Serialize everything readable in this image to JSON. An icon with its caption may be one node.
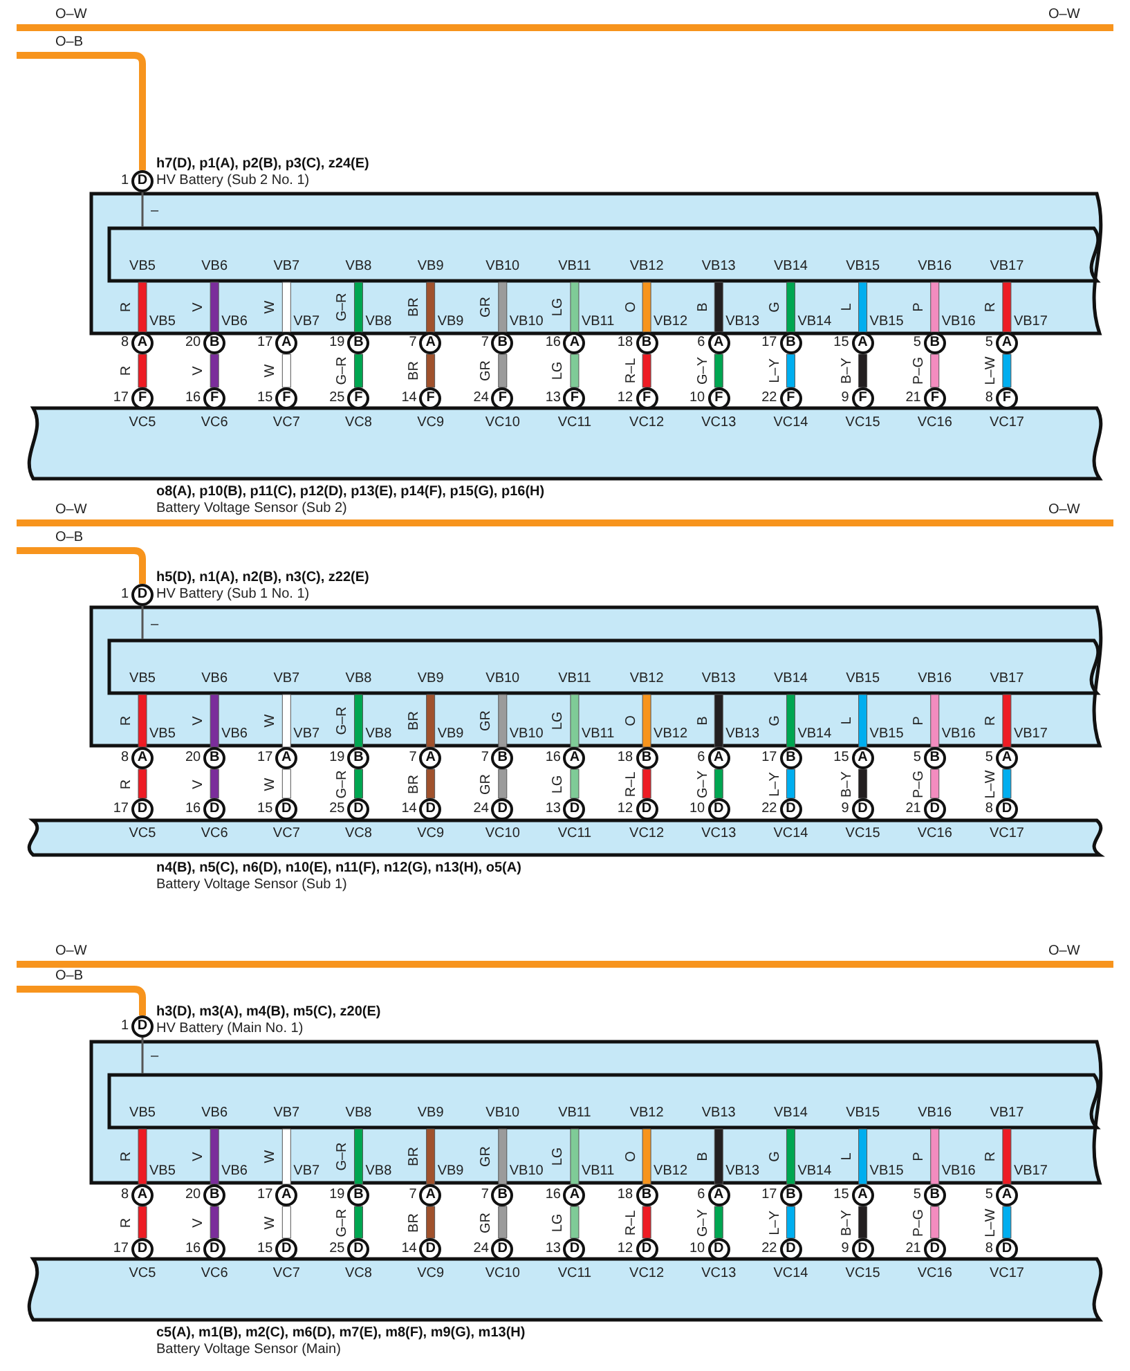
{
  "diagram": {
    "nodes": [
      {
        "text": [
          "h7(D), p1(A), p2(B), p3(C), z24(E)",
          "HV Battery (Sub 2 No. 1)"
        ]
      },
      {
        "text": [],
        "shape": "box",
        "in": 0
      },
      {
        "text": [
          "VB5"
        ],
        "in": 1
      },
      {
        "text": [
          "VB6"
        ],
        "in": 1
      },
      {
        "text": [
          "VB7"
        ],
        "in": 1
      },
      {
        "text": [
          "VB8"
        ],
        "in": 1
      },
      {
        "text": [
          "VB9"
        ],
        "in": 1
      },
      {
        "text": [
          "VB10"
        ],
        "in": 1
      },
      {
        "text": [
          "VB11"
        ],
        "in": 1
      },
      {
        "text": [
          "VB12"
        ],
        "in": 1
      },
      {
        "text": [
          "VB13"
        ],
        "in": 1
      },
      {
        "text": [
          "VB14"
        ],
        "in": 1
      },
      {
        "text": [
          "VB15"
        ],
        "in": 1
      },
      {
        "text": [
          "VB16"
        ],
        "in": 1
      },
      {
        "text": [
          "VB17"
        ],
        "in": 1
      },
      {
        "text": [
          "D"
        ],
        "beside": [
          "1"
        ]
      },
      {
        "text": [
          "A"
        ],
        "beside": [
          "8"
        ]
      },
      {
        "text": [
          "B"
        ],
        "beside": [
          "20"
        ]
      },
      {
        "text": [
          "A"
        ],
        "beside": [
          "17"
        ]
      },
      {
        "text": [
          "B"
        ],
        "beside": [
          "19"
        ]
      },
      {
        "text": [
          "A"
        ],
        "beside": [
          "7"
        ]
      },
      {
        "text": [
          "B"
        ],
        "beside": [
          "7"
        ]
      },
      {
        "text": [
          "A"
        ],
        "beside": [
          "16"
        ]
      },
      {
        "text": [
          "B"
        ],
        "beside": [
          "18"
        ]
      },
      {
        "text": [
          "A"
        ],
        "beside": [
          "6"
        ]
      },
      {
        "text": [
          "B"
        ],
        "beside": [
          "17"
        ]
      },
      {
        "text": [
          "A"
        ],
        "beside": [
          "15"
        ]
      },
      {
        "text": [
          "B"
        ],
        "beside": [
          "5"
        ]
      },
      {
        "text": [
          "A"
        ],
        "beside": [
          "5"
        ]
      },
      {
        "text": [
          "o8(A), p10(B), p11(C), p12(D), p13(E), p14(F), p15(G), p16(H)",
          "Battery Voltage Sensor (Sub 2)"
        ]
      },
      {
        "text": [
          "F"
        ],
        "beside": [
          "17",
          "VC5"
        ]
      },
      {
        "text": [
          "F"
        ],
        "beside": [
          "16",
          "VC6"
        ]
      },
      {
        "text": [
          "F"
        ],
        "beside": [
          "15",
          "VC7"
        ]
      },
      {
        "text": [
          "F"
        ],
        "beside": [
          "25",
          "VC8"
        ]
      },
      {
        "text": [
          "F"
        ],
        "beside": [
          "14",
          "VC9"
        ]
      },
      {
        "text": [
          "F"
        ],
        "beside": [
          "24",
          "VC10"
        ]
      },
      {
        "text": [
          "F"
        ],
        "beside": [
          "13",
          "VC11"
        ]
      },
      {
        "text": [
          "F"
        ],
        "beside": [
          "12",
          "VC12"
        ]
      },
      {
        "text": [
          "F"
        ],
        "beside": [
          "10",
          "VC13"
        ]
      },
      {
        "text": [
          "F"
        ],
        "beside": [
          "22",
          "VC14"
        ]
      },
      {
        "text": [
          "F"
        ],
        "beside": [
          "9",
          "VC15"
        ]
      },
      {
        "text": [
          "F"
        ],
        "beside": [
          "21",
          "VC16"
        ]
      },
      {
        "text": [
          "F"
        ],
        "beside": [
          "8",
          "VC17"
        ]
      },
      {
        "text": [
          "h5(D), n1(A), n2(B), n3(C), z22(E)",
          "HV Battery (Sub 1 No. 1)"
        ]
      },
      {
        "text": [],
        "shape": "box",
        "in": 43
      },
      {
        "text": [
          "VB5"
        ],
        "in": 44
      },
      {
        "text": [
          "VB6"
        ],
        "in": 44
      },
      {
        "text": [
          "VB7"
        ],
        "in": 44
      },
      {
        "text": [
          "VB8"
        ],
        "in": 44
      },
      {
        "text": [
          "VB9"
        ],
        "in": 44
      },
      {
        "text": [
          "VB10"
        ],
        "in": 44
      },
      {
        "text": [
          "VB11"
        ],
        "in": 44
      },
      {
        "text": [
          "VB12"
        ],
        "in": 44
      },
      {
        "text": [
          "VB13"
        ],
        "in": 44
      },
      {
        "text": [
          "VB14"
        ],
        "in": 44
      },
      {
        "text": [
          "VB15"
        ],
        "in": 44
      },
      {
        "text": [
          "VB16"
        ],
        "in": 44
      },
      {
        "text": [
          "VB17"
        ],
        "in": 44
      },
      {
        "text": [
          "D"
        ],
        "beside": [
          "1"
        ]
      },
      {
        "text": [
          "A"
        ],
        "beside": [
          "8"
        ]
      },
      {
        "text": [
          "B"
        ],
        "beside": [
          "20"
        ]
      },
      {
        "text": [
          "A"
        ],
        "beside": [
          "17"
        ]
      },
      {
        "text": [
          "B"
        ],
        "beside": [
          "19"
        ]
      },
      {
        "text": [
          "A"
        ],
        "beside": [
          "7"
        ]
      },
      {
        "text": [
          "B"
        ],
        "beside": [
          "7"
        ]
      },
      {
        "text": [
          "A"
        ],
        "beside": [
          "16"
        ]
      },
      {
        "text": [
          "B"
        ],
        "beside": [
          "18"
        ]
      },
      {
        "text": [
          "A"
        ],
        "beside": [
          "6"
        ]
      },
      {
        "text": [
          "B"
        ],
        "beside": [
          "17"
        ]
      },
      {
        "text": [
          "A"
        ],
        "beside": [
          "15"
        ]
      },
      {
        "text": [
          "B"
        ],
        "beside": [
          "5"
        ]
      },
      {
        "text": [
          "A"
        ],
        "beside": [
          "5"
        ]
      },
      {
        "text": [
          "n4(B), n5(C), n6(D), n10(E), n11(F), n12(G), n13(H), o5(A)",
          "Battery Voltage Sensor (Sub 1)"
        ]
      },
      {
        "text": [
          "D"
        ],
        "beside": [
          "17",
          "VC5"
        ]
      },
      {
        "text": [
          "D"
        ],
        "beside": [
          "16",
          "VC6"
        ]
      },
      {
        "text": [
          "D"
        ],
        "beside": [
          "15",
          "VC7"
        ]
      },
      {
        "text": [
          "D"
        ],
        "beside": [
          "25",
          "VC8"
        ]
      },
      {
        "text": [
          "D"
        ],
        "beside": [
          "14",
          "VC9"
        ]
      },
      {
        "text": [
          "D"
        ],
        "beside": [
          "24",
          "VC10"
        ]
      },
      {
        "text": [
          "D"
        ],
        "beside": [
          "13",
          "VC11"
        ]
      },
      {
        "text": [
          "D"
        ],
        "beside": [
          "12",
          "VC12"
        ]
      },
      {
        "text": [
          "D"
        ],
        "beside": [
          "10",
          "VC13"
        ]
      },
      {
        "text": [
          "D"
        ],
        "beside": [
          "22",
          "VC14"
        ]
      },
      {
        "text": [
          "D"
        ],
        "beside": [
          "9",
          "VC15"
        ]
      },
      {
        "text": [
          "D"
        ],
        "beside": [
          "21",
          "VC16"
        ]
      },
      {
        "text": [
          "D"
        ],
        "beside": [
          "8",
          "VC17"
        ]
      },
      {
        "text": [
          "h3(D), m3(A), m4(B), m5(C), z20(E)",
          "HV Battery (Main No. 1)"
        ]
      },
      {
        "text": [],
        "shape": "box",
        "in": 86
      },
      {
        "text": [
          "VB5"
        ],
        "in": 87
      },
      {
        "text": [
          "VB6"
        ],
        "in": 87
      },
      {
        "text": [
          "VB7"
        ],
        "in": 87
      },
      {
        "text": [
          "VB8"
        ],
        "in": 87
      },
      {
        "text": [
          "VB9"
        ],
        "in": 87
      },
      {
        "text": [
          "VB10"
        ],
        "in": 87
      },
      {
        "text": [
          "VB11"
        ],
        "in": 87
      },
      {
        "text": [
          "VB12"
        ],
        "in": 87
      },
      {
        "text": [
          "VB13"
        ],
        "in": 87
      },
      {
        "text": [
          "VB14"
        ],
        "in": 87
      },
      {
        "text": [
          "VB15"
        ],
        "in": 87
      },
      {
        "text": [
          "VB16"
        ],
        "in": 87
      },
      {
        "text": [
          "VB17"
        ],
        "in": 87
      },
      {
        "text": [
          "D"
        ],
        "beside": [
          "1"
        ]
      },
      {
        "text": [
          "A"
        ],
        "beside": [
          "8"
        ]
      },
      {
        "text": [
          "B"
        ],
        "beside": [
          "20"
        ]
      },
      {
        "text": [
          "A"
        ],
        "beside": [
          "17"
        ]
      },
      {
        "text": [
          "B"
        ],
        "beside": [
          "19"
        ]
      },
      {
        "text": [
          "A"
        ],
        "beside": [
          "7"
        ]
      },
      {
        "text": [
          "B"
        ],
        "beside": [
          "7"
        ]
      },
      {
        "text": [
          "A"
        ],
        "beside": [
          "16"
        ]
      },
      {
        "text": [
          "B"
        ],
        "beside": [
          "18"
        ]
      },
      {
        "text": [
          "A"
        ],
        "beside": [
          "6"
        ]
      },
      {
        "text": [
          "B"
        ],
        "beside": [
          "17"
        ]
      },
      {
        "text": [
          "A"
        ],
        "beside": [
          "15"
        ]
      },
      {
        "text": [
          "B"
        ],
        "beside": [
          "5"
        ]
      },
      {
        "text": [
          "A"
        ],
        "beside": [
          "5"
        ]
      },
      {
        "text": [
          "c5(A), m1(B), m2(C), m6(D), m7(E), m8(F), m9(G), m13(H)",
          "Battery Voltage Sensor (Main)"
        ]
      },
      {
        "text": [
          "D"
        ],
        "beside": [
          "17",
          "VC5"
        ]
      },
      {
        "text": [
          "D"
        ],
        "beside": [
          "16",
          "VC6"
        ]
      },
      {
        "text": [
          "D"
        ],
        "beside": [
          "15",
          "VC7"
        ]
      },
      {
        "text": [
          "D"
        ],
        "beside": [
          "25",
          "VC8"
        ]
      },
      {
        "text": [
          "D"
        ],
        "beside": [
          "14",
          "VC9"
        ]
      },
      {
        "text": [
          "D"
        ],
        "beside": [
          "24",
          "VC10"
        ]
      },
      {
        "text": [
          "D"
        ],
        "beside": [
          "13",
          "VC11"
        ]
      },
      {
        "text": [
          "D"
        ],
        "beside": [
          "12",
          "VC12"
        ]
      },
      {
        "text": [
          "D"
        ],
        "beside": [
          "10",
          "VC13"
        ]
      },
      {
        "text": [
          "D"
        ],
        "beside": [
          "22",
          "VC14"
        ]
      },
      {
        "text": [
          "D"
        ],
        "beside": [
          "9",
          "VC15"
        ]
      },
      {
        "text": [
          "D"
        ],
        "beside": [
          "21",
          "VC16"
        ]
      },
      {
        "text": [
          "D"
        ],
        "beside": [
          "8",
          "VC17"
        ]
      }
    ],
    "edges": [
      {
        "from": null,
        "to": 15,
        "arrow": "none",
        "label": "O–B",
        "style": "thick",
        "color": "#f7941d"
      },
      {
        "from": 15,
        "to": 1,
        "arrow": "none",
        "label": "–",
        "color": "#555555"
      },
      {
        "from": 2,
        "to": 16,
        "arrow": "none",
        "label": "R",
        "color": "#ed1c24"
      },
      {
        "from": 3,
        "to": 17,
        "arrow": "none",
        "label": "V",
        "color": "#7b2d9b"
      },
      {
        "from": 4,
        "to": 18,
        "arrow": "none",
        "label": "W",
        "color": "#ffffff"
      },
      {
        "from": 5,
        "to": 19,
        "arrow": "none",
        "label": "G–R",
        "color": "#00a651"
      },
      {
        "from": 6,
        "to": 20,
        "arrow": "none",
        "label": "BR",
        "color": "#a0522d"
      },
      {
        "from": 7,
        "to": 21,
        "arrow": "none",
        "label": "GR",
        "color": "#9b9b9b"
      },
      {
        "from": 8,
        "to": 22,
        "arrow": "none",
        "label": "LG",
        "color": "#7fcb97"
      },
      {
        "from": 9,
        "to": 23,
        "arrow": "none",
        "label": "O",
        "color": "#f7941d"
      },
      {
        "from": 10,
        "to": 24,
        "arrow": "none",
        "label": "B",
        "color": "#231f20"
      },
      {
        "from": 11,
        "to": 25,
        "arrow": "none",
        "label": "G",
        "color": "#00a651"
      },
      {
        "from": 12,
        "to": 26,
        "arrow": "none",
        "label": "L",
        "color": "#00aeef"
      },
      {
        "from": 13,
        "to": 27,
        "arrow": "none",
        "label": "P",
        "color": "#f38cbf"
      },
      {
        "from": 14,
        "to": 28,
        "arrow": "none",
        "label": "R",
        "color": "#ed1c24"
      },
      {
        "from": 16,
        "to": 30,
        "arrow": "none",
        "label": "R",
        "color": "#ed1c24"
      },
      {
        "from": 17,
        "to": 31,
        "arrow": "none",
        "label": "V",
        "color": "#7b2d9b"
      },
      {
        "from": 18,
        "to": 32,
        "arrow": "none",
        "label": "W",
        "color": "#ffffff"
      },
      {
        "from": 19,
        "to": 33,
        "arrow": "none",
        "label": "G–R",
        "color": "#00a651"
      },
      {
        "from": 20,
        "to": 34,
        "arrow": "none",
        "label": "BR",
        "color": "#a0522d"
      },
      {
        "from": 21,
        "to": 35,
        "arrow": "none",
        "label": "GR",
        "color": "#9b9b9b"
      },
      {
        "from": 22,
        "to": 36,
        "arrow": "none",
        "label": "LG",
        "color": "#7fcb97"
      },
      {
        "from": 23,
        "to": 37,
        "arrow": "none",
        "label": "R–L",
        "color": "#ed1c24"
      },
      {
        "from": 24,
        "to": 38,
        "arrow": "none",
        "label": "G–Y",
        "color": "#00a651"
      },
      {
        "from": 25,
        "to": 39,
        "arrow": "none",
        "label": "L–Y",
        "color": "#00aeef"
      },
      {
        "from": 26,
        "to": 40,
        "arrow": "none",
        "label": "B–Y",
        "color": "#231f20"
      },
      {
        "from": 27,
        "to": 41,
        "arrow": "none",
        "label": "P–G",
        "color": "#f38cbf"
      },
      {
        "from": 28,
        "to": 42,
        "arrow": "none",
        "label": "L–W",
        "color": "#00aeef"
      },
      {
        "from": null,
        "to": 58,
        "arrow": "none",
        "label": "O–B",
        "style": "thick",
        "color": "#f7941d"
      },
      {
        "from": 58,
        "to": 44,
        "arrow": "none",
        "label": "–",
        "color": "#555555"
      },
      {
        "from": 45,
        "to": 59,
        "arrow": "none",
        "label": "R",
        "color": "#ed1c24"
      },
      {
        "from": 46,
        "to": 60,
        "arrow": "none",
        "label": "V",
        "color": "#7b2d9b"
      },
      {
        "from": 47,
        "to": 61,
        "arrow": "none",
        "label": "W",
        "color": "#ffffff"
      },
      {
        "from": 48,
        "to": 62,
        "arrow": "none",
        "label": "G–R",
        "color": "#00a651"
      },
      {
        "from": 49,
        "to": 63,
        "arrow": "none",
        "label": "BR",
        "color": "#a0522d"
      },
      {
        "from": 50,
        "to": 64,
        "arrow": "none",
        "label": "GR",
        "color": "#9b9b9b"
      },
      {
        "from": 51,
        "to": 65,
        "arrow": "none",
        "label": "LG",
        "color": "#7fcb97"
      },
      {
        "from": 52,
        "to": 66,
        "arrow": "none",
        "label": "O",
        "color": "#f7941d"
      },
      {
        "from": 53,
        "to": 67,
        "arrow": "none",
        "label": "B",
        "color": "#231f20"
      },
      {
        "from": 54,
        "to": 68,
        "arrow": "none",
        "label": "G",
        "color": "#00a651"
      },
      {
        "from": 55,
        "to": 69,
        "arrow": "none",
        "label": "L",
        "color": "#00aeef"
      },
      {
        "from": 56,
        "to": 70,
        "arrow": "none",
        "label": "P",
        "color": "#f38cbf"
      },
      {
        "from": 57,
        "to": 71,
        "arrow": "none",
        "label": "R",
        "color": "#ed1c24"
      },
      {
        "from": 59,
        "to": 73,
        "arrow": "none",
        "label": "R",
        "color": "#ed1c24"
      },
      {
        "from": 60,
        "to": 74,
        "arrow": "none",
        "label": "V",
        "color": "#7b2d9b"
      },
      {
        "from": 61,
        "to": 75,
        "arrow": "none",
        "label": "W",
        "color": "#ffffff"
      },
      {
        "from": 62,
        "to": 76,
        "arrow": "none",
        "label": "G–R",
        "color": "#00a651"
      },
      {
        "from": 63,
        "to": 77,
        "arrow": "none",
        "label": "BR",
        "color": "#a0522d"
      },
      {
        "from": 64,
        "to": 78,
        "arrow": "none",
        "label": "GR",
        "color": "#9b9b9b"
      },
      {
        "from": 65,
        "to": 79,
        "arrow": "none",
        "label": "LG",
        "color": "#7fcb97"
      },
      {
        "from": 66,
        "to": 80,
        "arrow": "none",
        "label": "R–L",
        "color": "#ed1c24"
      },
      {
        "from": 67,
        "to": 81,
        "arrow": "none",
        "label": "G–Y",
        "color": "#00a651"
      },
      {
        "from": 68,
        "to": 82,
        "arrow": "none",
        "label": "L–Y",
        "color": "#00aeef"
      },
      {
        "from": 69,
        "to": 83,
        "arrow": "none",
        "label": "B–Y",
        "color": "#231f20"
      },
      {
        "from": 70,
        "to": 84,
        "arrow": "none",
        "label": "P–G",
        "color": "#f38cbf"
      },
      {
        "from": 71,
        "to": 85,
        "arrow": "none",
        "label": "L–W",
        "color": "#00aeef"
      },
      {
        "from": null,
        "to": 101,
        "arrow": "none",
        "label": "O–B",
        "style": "thick",
        "color": "#f7941d"
      },
      {
        "from": 101,
        "to": 87,
        "arrow": "none",
        "label": "–",
        "color": "#555555"
      },
      {
        "from": 88,
        "to": 102,
        "arrow": "none",
        "label": "R",
        "color": "#ed1c24"
      },
      {
        "from": 89,
        "to": 103,
        "arrow": "none",
        "label": "V",
        "color": "#7b2d9b"
      },
      {
        "from": 90,
        "to": 104,
        "arrow": "none",
        "label": "W",
        "color": "#ffffff"
      },
      {
        "from": 91,
        "to": 105,
        "arrow": "none",
        "label": "G–R",
        "color": "#00a651"
      },
      {
        "from": 92,
        "to": 106,
        "arrow": "none",
        "label": "BR",
        "color": "#a0522d"
      },
      {
        "from": 93,
        "to": 107,
        "arrow": "none",
        "label": "GR",
        "color": "#9b9b9b"
      },
      {
        "from": 94,
        "to": 108,
        "arrow": "none",
        "label": "LG",
        "color": "#7fcb97"
      },
      {
        "from": 95,
        "to": 109,
        "arrow": "none",
        "label": "O",
        "color": "#f7941d"
      },
      {
        "from": 96,
        "to": 110,
        "arrow": "none",
        "label": "B",
        "color": "#231f20"
      },
      {
        "from": 97,
        "to": 111,
        "arrow": "none",
        "label": "G",
        "color": "#00a651"
      },
      {
        "from": 98,
        "to": 112,
        "arrow": "none",
        "label": "L",
        "color": "#00aeef"
      },
      {
        "from": 99,
        "to": 113,
        "arrow": "none",
        "label": "P",
        "color": "#f38cbf"
      },
      {
        "from": 100,
        "to": 114,
        "arrow": "none",
        "label": "R",
        "color": "#ed1c24"
      },
      {
        "from": 102,
        "to": 116,
        "arrow": "none",
        "label": "R",
        "color": "#ed1c24"
      },
      {
        "from": 103,
        "to": 117,
        "arrow": "none",
        "label": "V",
        "color": "#7b2d9b"
      },
      {
        "from": 104,
        "to": 118,
        "arrow": "none",
        "label": "W",
        "color": "#ffffff"
      },
      {
        "from": 105,
        "to": 119,
        "arrow": "none",
        "label": "G–R",
        "color": "#00a651"
      },
      {
        "from": 106,
        "to": 120,
        "arrow": "none",
        "label": "BR",
        "color": "#a0522d"
      },
      {
        "from": 107,
        "to": 121,
        "arrow": "none",
        "label": "GR",
        "color": "#9b9b9b"
      },
      {
        "from": 108,
        "to": 122,
        "arrow": "none",
        "label": "LG",
        "color": "#7fcb97"
      },
      {
        "from": 109,
        "to": 123,
        "arrow": "none",
        "label": "R–L",
        "color": "#ed1c24"
      },
      {
        "from": 110,
        "to": 124,
        "arrow": "none",
        "label": "G–Y",
        "color": "#00a651"
      },
      {
        "from": 111,
        "to": 125,
        "arrow": "none",
        "label": "L–Y",
        "color": "#00aeef"
      },
      {
        "from": 112,
        "to": 126,
        "arrow": "none",
        "label": "B–Y",
        "color": "#231f20"
      },
      {
        "from": 113,
        "to": 127,
        "arrow": "none",
        "label": "P–G",
        "color": "#f38cbf"
      },
      {
        "from": 114,
        "to": 128,
        "arrow": "none",
        "label": "L–W",
        "color": "#00aeef"
      }
    ],
    "labels": [
      "O–W",
      "O–W",
      "VB5",
      "VB6",
      "VB7",
      "VB8",
      "VB9",
      "VB10",
      "VB11",
      "VB12",
      "VB13",
      "VB14",
      "VB15",
      "VB16",
      "VB17",
      "O–W",
      "O–W",
      "VB5",
      "VB6",
      "VB7",
      "VB8",
      "VB9",
      "VB10",
      "VB11",
      "VB12",
      "VB13",
      "VB14",
      "VB15",
      "VB16",
      "VB17",
      "O–W",
      "O–W",
      "VB5",
      "VB6",
      "VB7",
      "VB8",
      "VB9",
      "VB10",
      "VB11",
      "VB12",
      "VB13",
      "VB14",
      "VB15",
      "VB16",
      "VB17"
    ]
  }
}
